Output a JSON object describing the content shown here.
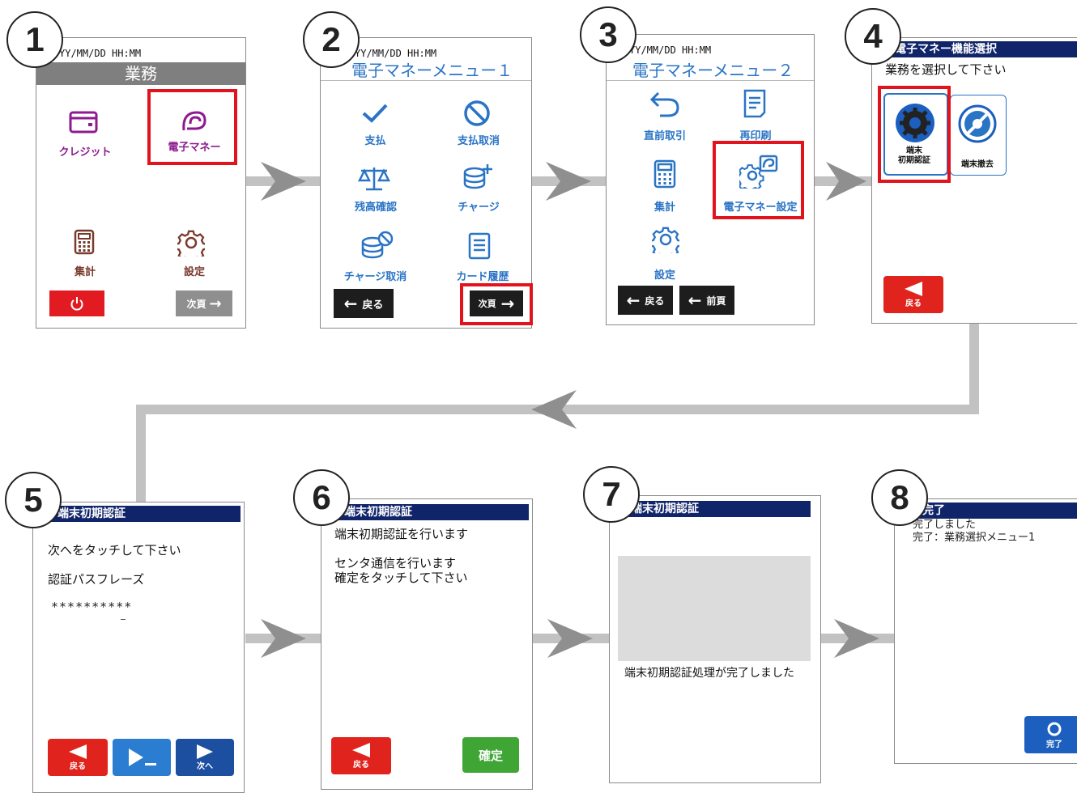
{
  "steps": [
    "1",
    "2",
    "3",
    "4",
    "5",
    "6",
    "7",
    "8"
  ],
  "s1": {
    "timestamp": "YY/MM/DD HH:MM",
    "header": "業務",
    "credit": "クレジット",
    "emoney": "電子マネー",
    "total": "集計",
    "settings": "設定",
    "next": "次頁",
    "power_icon": "power-icon"
  },
  "s2": {
    "timestamp": "YY/MM/DD HH:MM",
    "title": "電子マネーメニュー１",
    "pay": "支払",
    "pay_cancel": "支払取消",
    "balance": "残高確認",
    "charge": "チャージ",
    "charge_cancel": "チャージ取消",
    "card_history": "カード履歴",
    "back": "戻る",
    "next": "次頁"
  },
  "s3": {
    "timestamp": "YY/MM/DD HH:MM",
    "title": "電子マネーメニュー２",
    "prev_tx": "直前取引",
    "reprint": "再印刷",
    "total": "集計",
    "emoney_settings": "電子マネー設定",
    "settings": "設定",
    "back": "戻る",
    "prev": "前頁"
  },
  "s4": {
    "header": "電子マネー機能選択",
    "prompt": "業務を選択して下さい",
    "auth": "端末\n初期認証",
    "remove": "端末撤去",
    "back": "戻る"
  },
  "s5": {
    "header": "端末初期認証",
    "line1": "次へをタッチして下さい",
    "line2": "認証パスフレーズ",
    "pass": "**********",
    "back": "戻る",
    "next": "次へ"
  },
  "s6": {
    "header": "端末初期認証",
    "line1": "端末初期認証を行います",
    "line2": "センタ通信を行います",
    "line3": "確定をタッチして下さい",
    "back": "戻る",
    "confirm": "確定"
  },
  "s7": {
    "header": "端末初期認証",
    "message": "端末初期認証処理が完了しました"
  },
  "s8": {
    "header": "完了",
    "line1": "完了しました",
    "line2": "完了：業務選択メニュー1",
    "done": "完了"
  },
  "colors": {
    "highlight": "#e1141e",
    "navy": "#10246a",
    "menu_blue": "#2a74c5",
    "purple": "#8e1b8e",
    "brown": "#7a3b2e"
  }
}
